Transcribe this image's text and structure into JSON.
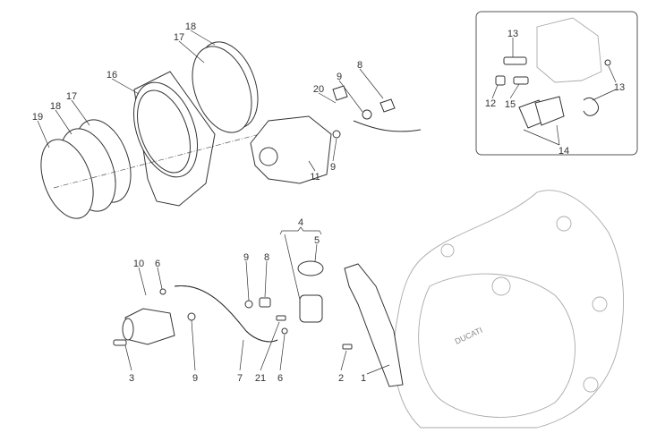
{
  "diagram": {
    "title": "Rear brake / clutch parts exploded view",
    "engine_cover_logo": "DUCATI",
    "callouts": {
      "top": [
        "18",
        "17",
        "16",
        "17",
        "18",
        "19",
        "20",
        "9",
        "8",
        "9",
        "11"
      ],
      "inset": [
        "13",
        "12",
        "15",
        "13",
        "14"
      ],
      "bottom": [
        "4",
        "5",
        "10",
        "6",
        "9",
        "8",
        "3",
        "9",
        "7",
        "21",
        "6",
        "2",
        "1"
      ]
    }
  }
}
